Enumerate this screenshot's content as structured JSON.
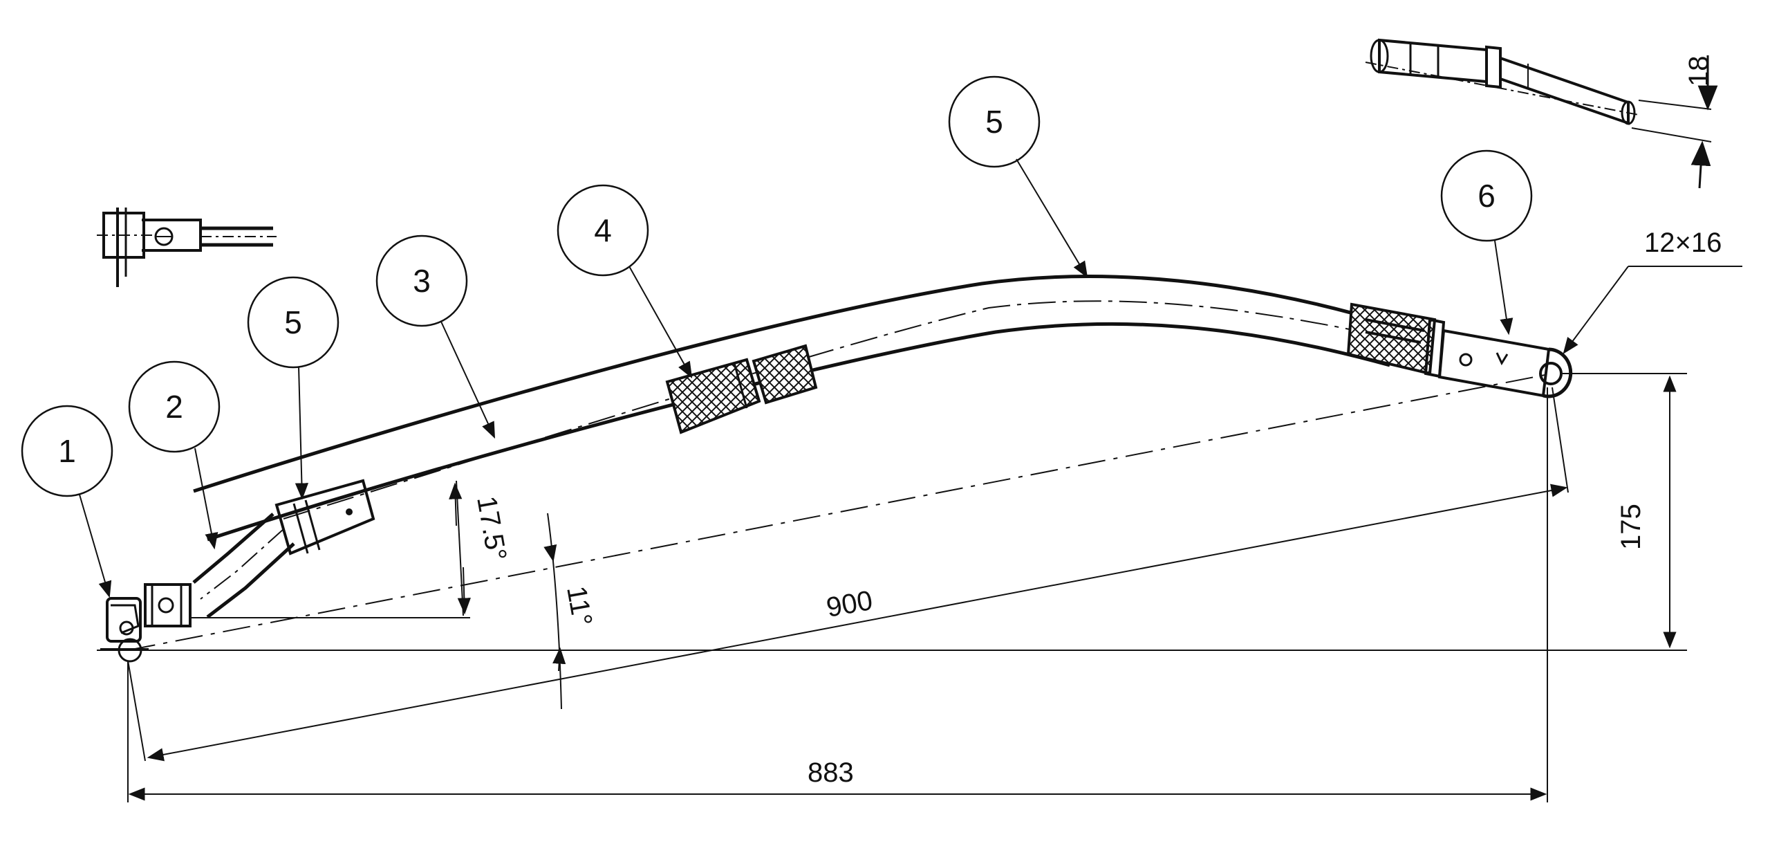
{
  "callouts": [
    {
      "id": "c1",
      "label": "1"
    },
    {
      "id": "c2",
      "label": "2"
    },
    {
      "id": "c5a",
      "label": "5"
    },
    {
      "id": "c3",
      "label": "3"
    },
    {
      "id": "c4",
      "label": "4"
    },
    {
      "id": "c5b",
      "label": "5"
    },
    {
      "id": "c6",
      "label": "6"
    }
  ],
  "dimensions": {
    "angle_upper": "17.5°",
    "angle_lower": "11°",
    "length_diagonal": "900",
    "length_horizontal": "883",
    "height_vertical": "175",
    "eye_size": "12×16",
    "rod_diameter": "18"
  },
  "colors": {
    "line": "#111111",
    "background": "#ffffff"
  }
}
